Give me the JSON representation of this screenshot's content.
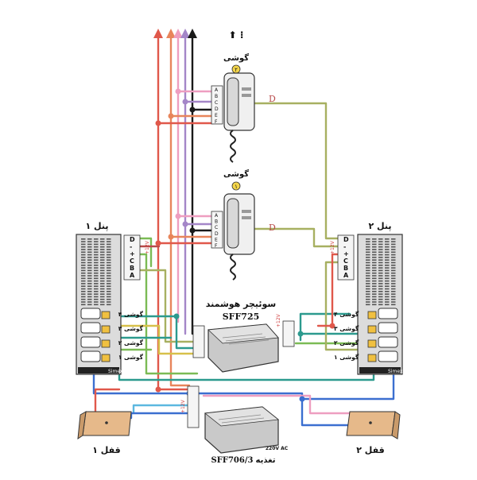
{
  "handsets": {
    "top": {
      "title": "گوشی",
      "number": "۲",
      "terminals": [
        "A",
        "B",
        "C",
        "D",
        "E",
        "F"
      ]
    },
    "middle": {
      "title": "گوشی",
      "number": "۱",
      "terminals": [
        "A",
        "B",
        "C",
        "D",
        "E",
        "F"
      ]
    }
  },
  "panel_left": {
    "title": "پنل ۱",
    "terminals": [
      "D",
      "-",
      "+",
      "C",
      "B",
      "A"
    ],
    "voltage": "+12V",
    "buttons": [
      "گوشی ۴",
      "گوشی ۳",
      "گوشی ۲",
      "گوشی ۱"
    ],
    "brand": "Simex"
  },
  "panel_right": {
    "title": "پنل ۲",
    "terminals": [
      "D",
      "-",
      "+",
      "C",
      "B",
      "A"
    ],
    "voltage": "+12V",
    "buttons": [
      "گوشی ۴",
      "گوشی ۳",
      "گوشی ۲",
      "گوشی ۱"
    ],
    "brand": "Simex"
  },
  "switcher": {
    "title": "سوئیچر هوشمند",
    "model": "SFF725"
  },
  "power": {
    "title": "تغذیه",
    "model": "SFF706/3",
    "ac": "220V AC"
  },
  "lock_left": {
    "label": "قفل ۱"
  },
  "lock_right": {
    "label": "قفل ۲"
  },
  "wire_d_label": "D",
  "colors": {
    "red": "#e0584b",
    "orange": "#e8855b",
    "pink": "#ee9ec0",
    "purple": "#a486c8",
    "black": "#1a1a1a",
    "olive": "#a7b061",
    "green": "#7bbb55",
    "teal": "#2c9a8e",
    "blue": "#3b6fd0",
    "lightblue": "#5cb8e0",
    "maroon": "#b84a4a"
  }
}
